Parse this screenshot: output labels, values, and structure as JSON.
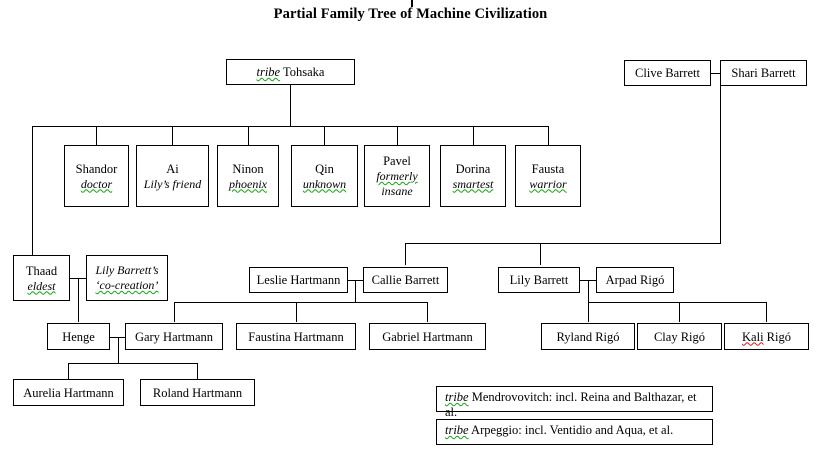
{
  "title": "Partial Family Tree of Machine Civilization",
  "nodes": {
    "tohsaka": {
      "name": "tribe Tohsaka",
      "tribe_word": "tribe",
      "rest": " Tohsaka"
    },
    "clive": {
      "name": "Clive Barrett"
    },
    "shari": {
      "name": "Shari Barrett"
    },
    "shandor": {
      "name": "Shandor",
      "sub": "doctor"
    },
    "ai": {
      "name": "Ai",
      "sub": "Lily’s friend"
    },
    "ninon": {
      "name": "Ninon",
      "sub": "phoenix"
    },
    "qin": {
      "name": "Qin",
      "sub": "unknown"
    },
    "pavel": {
      "name": "Pavel",
      "sub": "formerly",
      "sub2": "insane"
    },
    "dorina": {
      "name": "Dorina",
      "sub": "smartest"
    },
    "fausta": {
      "name": "Fausta",
      "sub": "warrior"
    },
    "thaad": {
      "name": "Thaad",
      "sub": "eldest"
    },
    "lily_cocreation": {
      "name": "Lily Barrett’s",
      "sub": "‘co-creation’"
    },
    "leslie": {
      "name": "Leslie Hartmann"
    },
    "callie": {
      "name": "Callie Barrett"
    },
    "lily": {
      "name": "Lily Barrett"
    },
    "arpad": {
      "name": "Arpad Rigó"
    },
    "henge": {
      "name": "Henge"
    },
    "gary": {
      "name": "Gary Hartmann"
    },
    "faustina": {
      "name": "Faustina Hartmann"
    },
    "gabriel": {
      "name": "Gabriel Hartmann"
    },
    "ryland": {
      "name": "Ryland Rigó"
    },
    "clay": {
      "name": "Clay Rigó"
    },
    "kali": {
      "name": "Kali Rigó",
      "first": "Kali",
      "rest": " Rigó"
    },
    "aurelia": {
      "name": "Aurelia Hartmann"
    },
    "roland": {
      "name": "Roland Hartmann"
    }
  },
  "notes": [
    {
      "tribe_word": "tribe",
      "text": " Mendrovovitch:  incl. Reina and Balthazar, et al."
    },
    {
      "tribe_word": "tribe",
      "text": " Arpeggio:  incl. Ventidio and Aqua, et al."
    }
  ],
  "colors": {
    "spellcheck_green": "#13a113",
    "spellcheck_red": "#d01616",
    "line": "#000000",
    "background": "#ffffff"
  }
}
